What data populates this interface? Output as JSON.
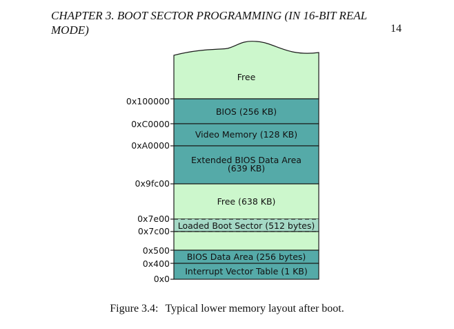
{
  "header": {
    "title": "CHAPTER 3.  BOOT SECTOR PROGRAMMING (IN 16-BIT REAL MODE)",
    "page_number": "14"
  },
  "memory_map": {
    "regions": [
      {
        "label": "Free",
        "style": "free"
      },
      {
        "label": "BIOS (256 KB)",
        "style": "reserved"
      },
      {
        "label": "Video Memory (128 KB)",
        "style": "reserved"
      },
      {
        "label": "Extended BIOS Data Area",
        "label2": "(639 KB)",
        "style": "reserved"
      },
      {
        "label": "Free (638 KB)",
        "style": "free"
      },
      {
        "label": "Loaded Boot Sector (512 bytes)",
        "style": "boot-sector"
      },
      {
        "label": "BIOS Data Area (256 bytes)",
        "style": "reserved"
      },
      {
        "label": "Interrupt Vector Table (1 KB)",
        "style": "reserved"
      }
    ],
    "addresses": [
      "0x100000",
      "0xC0000",
      "0xA0000",
      "0x9fc00",
      "0x7e00",
      "0x7c00",
      "0x500",
      "0x400",
      "0x0"
    ],
    "colors": {
      "free": "#ccf7cc",
      "reserved": "#55aaa8",
      "boot_sector": "#a5d9c6",
      "outline": "#1a1a1a"
    }
  },
  "caption": {
    "label": "Figure 3.4:",
    "text": "Typical lower memory layout after boot."
  }
}
